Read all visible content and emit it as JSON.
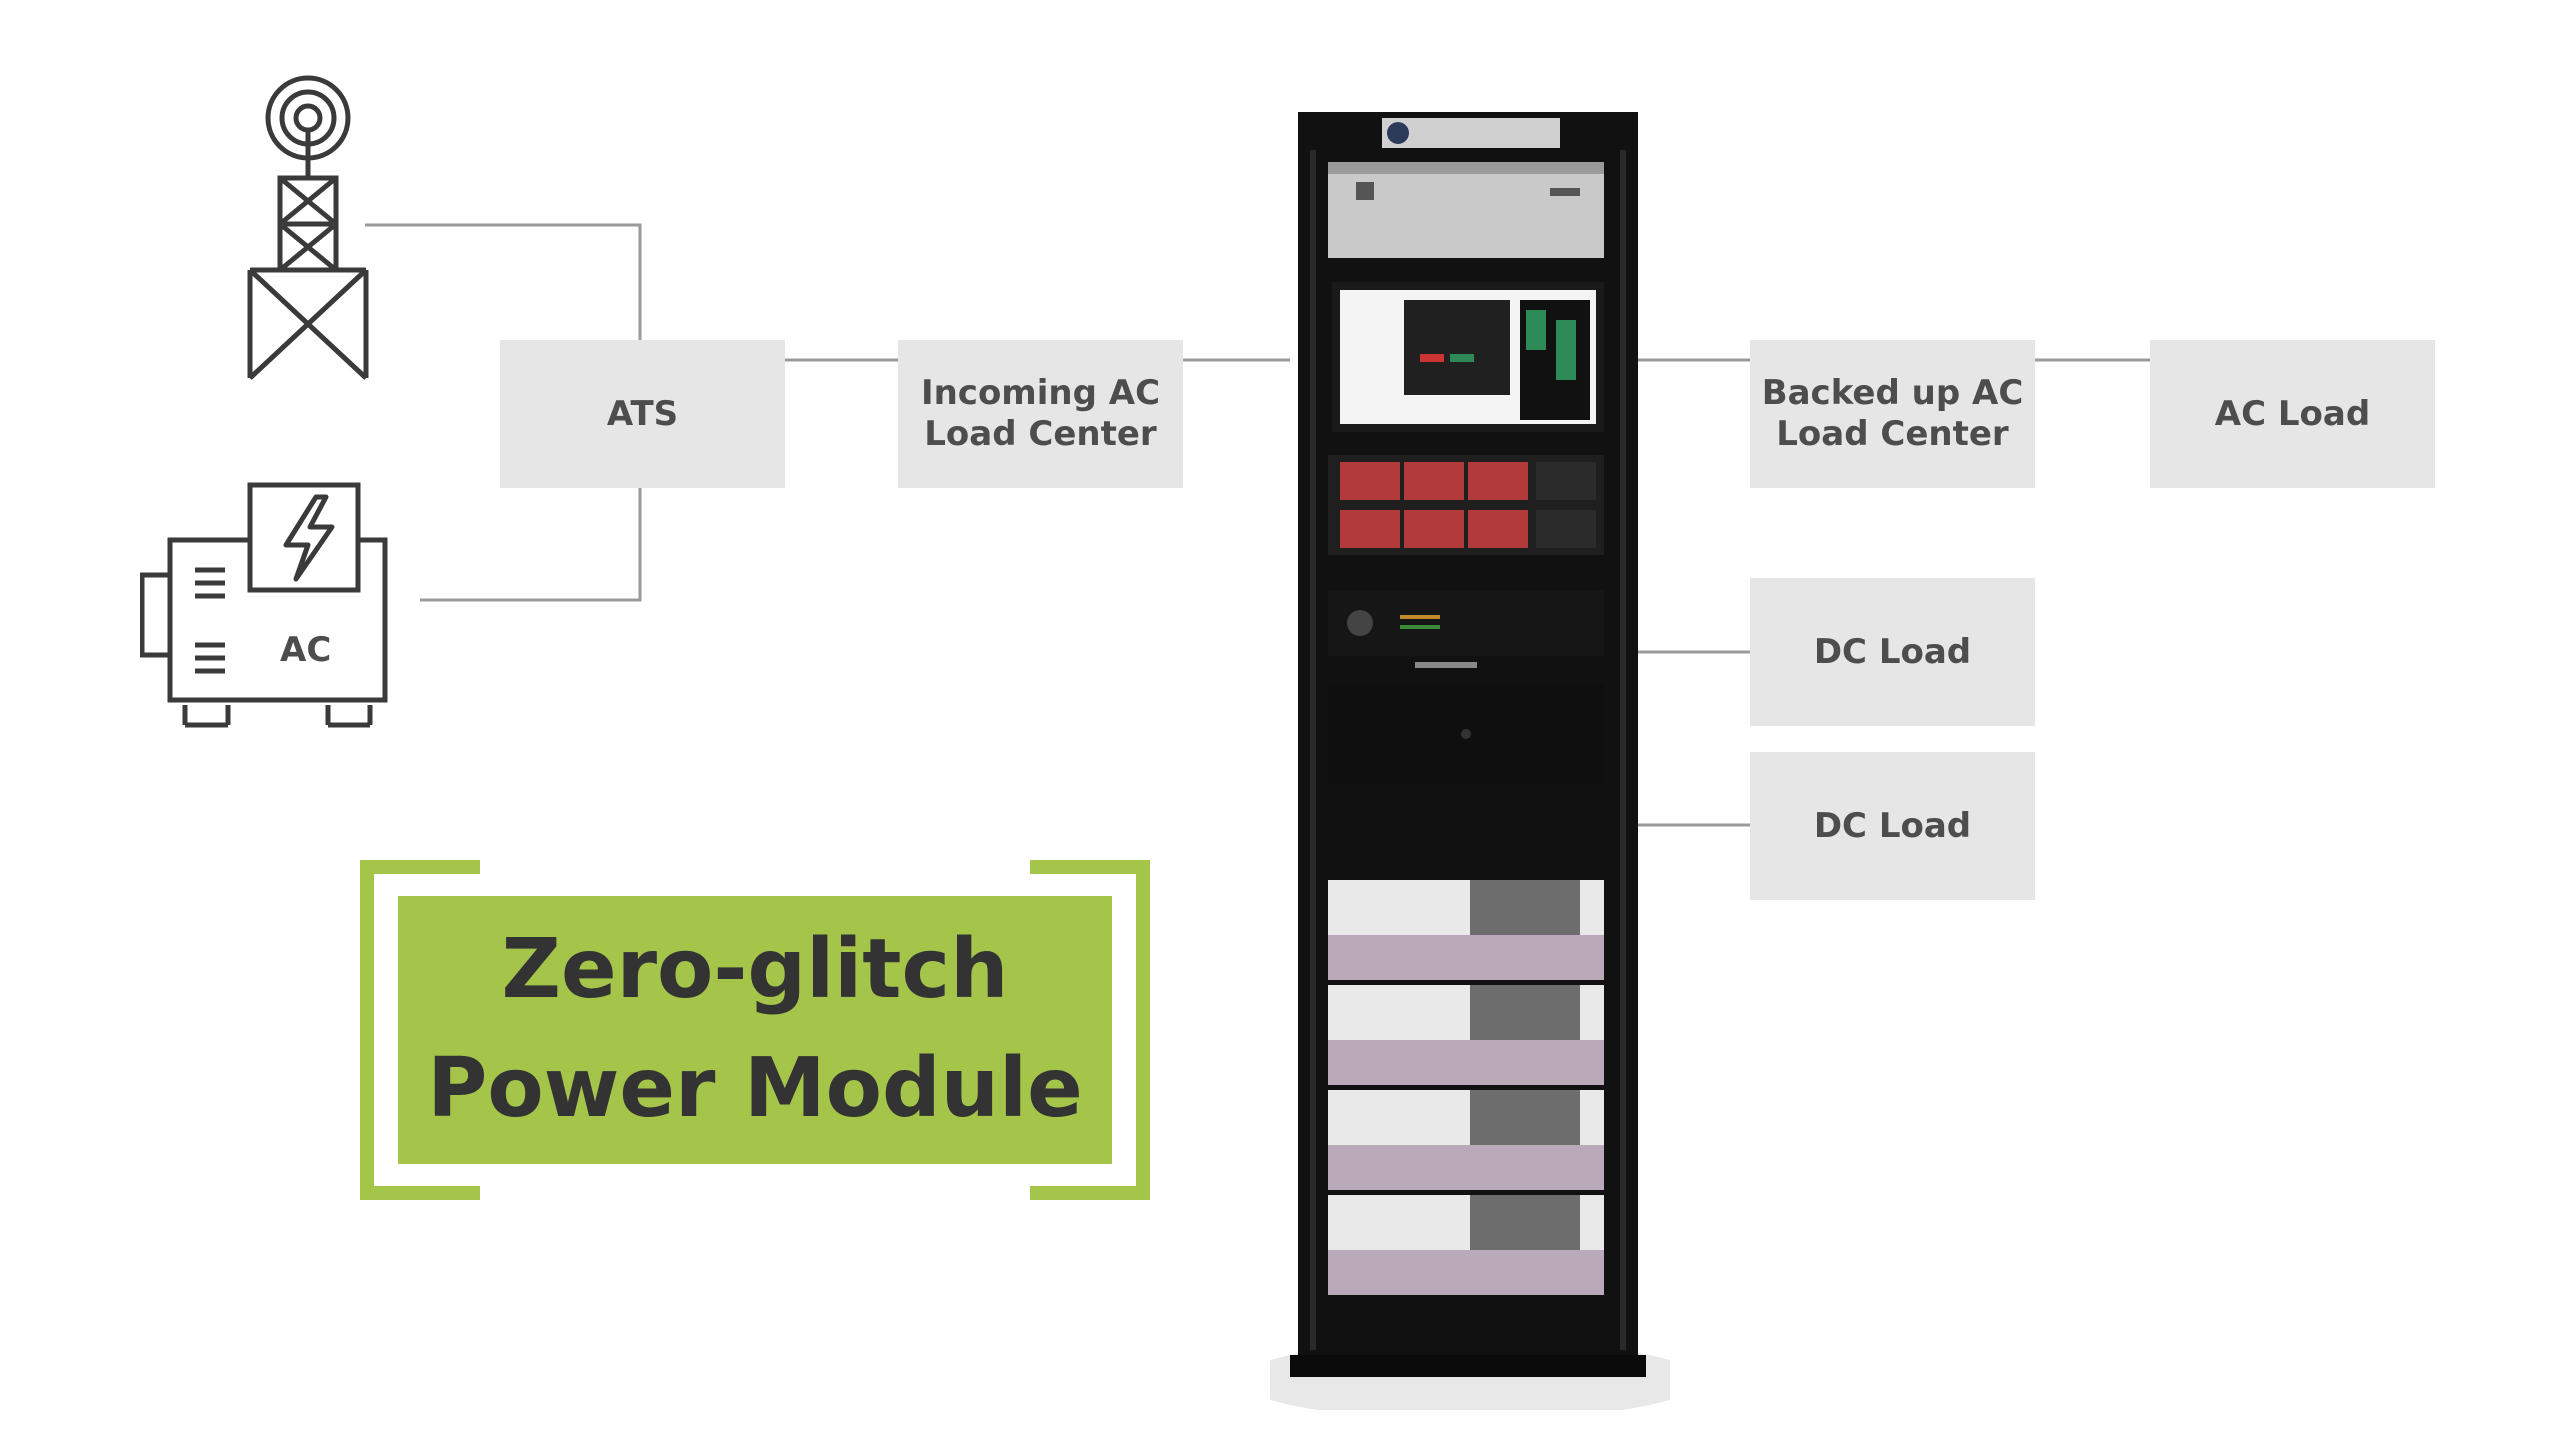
{
  "diagram": {
    "nodes": {
      "ats": "ATS",
      "incoming_ac": "Incoming AC\nLoad Center",
      "backed_up_ac": "Backed up AC\nLoad Center",
      "ac_load": "AC Load",
      "dc_load_1": "DC Load",
      "dc_load_2": "DC Load"
    },
    "generator_label": "AC",
    "callout": "Zero-glitch\nPower Module",
    "icons": [
      "cell-tower-icon",
      "generator-icon",
      "lightning-bolt-icon"
    ]
  },
  "colors": {
    "box_fill": "#e6e6e6",
    "box_text": "#4d4d4d",
    "connector": "#9a9a9a",
    "accent_green": "#a5c44a",
    "rack": "#111111"
  }
}
